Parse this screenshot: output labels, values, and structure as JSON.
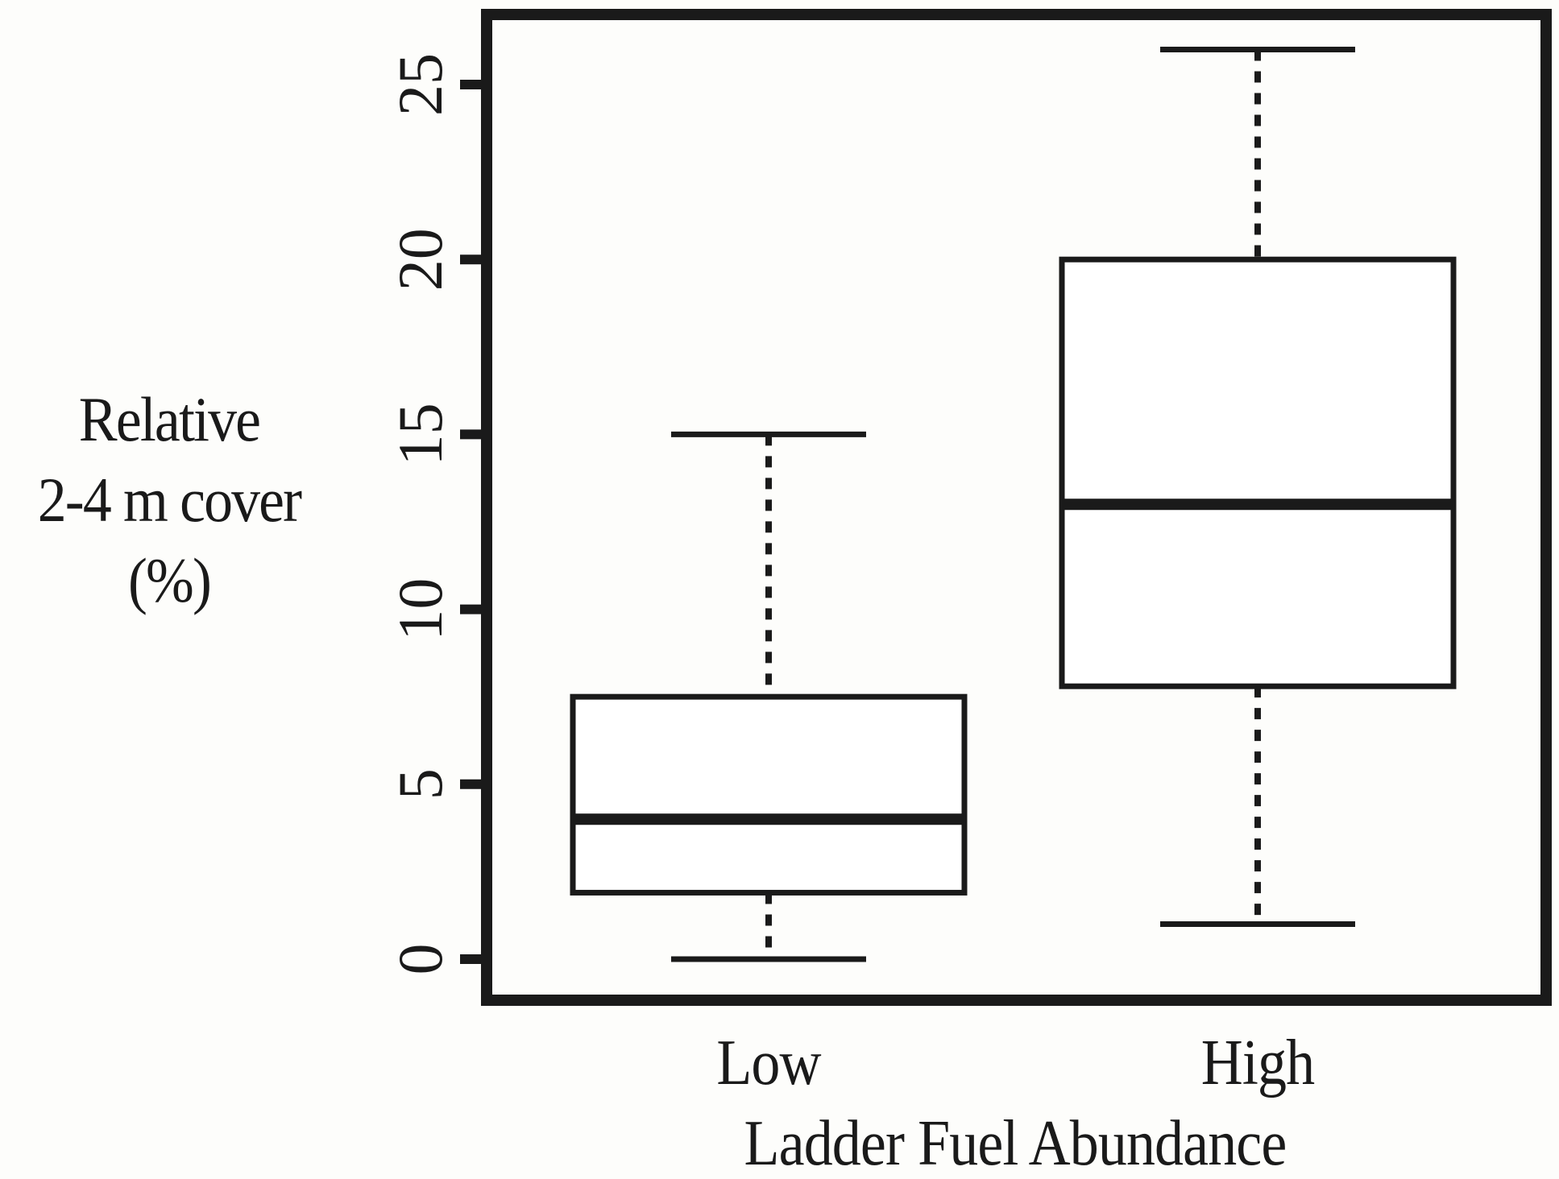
{
  "chart_data": {
    "type": "box",
    "title": "",
    "xlabel": "Ladder Fuel Abundance",
    "ylabel": "Relative 2-4 m cover (%)",
    "ylabel_lines": [
      "Relative",
      "2-4 m cover",
      "(%)"
    ],
    "categories": [
      "Low",
      "High"
    ],
    "yticks": [
      0,
      5,
      10,
      15,
      20,
      25
    ],
    "ylim": [
      -1.3,
      27.3
    ],
    "grid": false,
    "legend": null,
    "boxes": [
      {
        "category": "Low",
        "whisker_low": 0,
        "q1": 1.9,
        "median": 4,
        "q3": 7.5,
        "whisker_high": 15
      },
      {
        "category": "High",
        "whisker_low": 1,
        "q1": 7.8,
        "median": 13,
        "q3": 20,
        "whisker_high": 26
      }
    ]
  },
  "colors": {
    "line": "#1a1a1a",
    "background": "#fdfdfb"
  }
}
